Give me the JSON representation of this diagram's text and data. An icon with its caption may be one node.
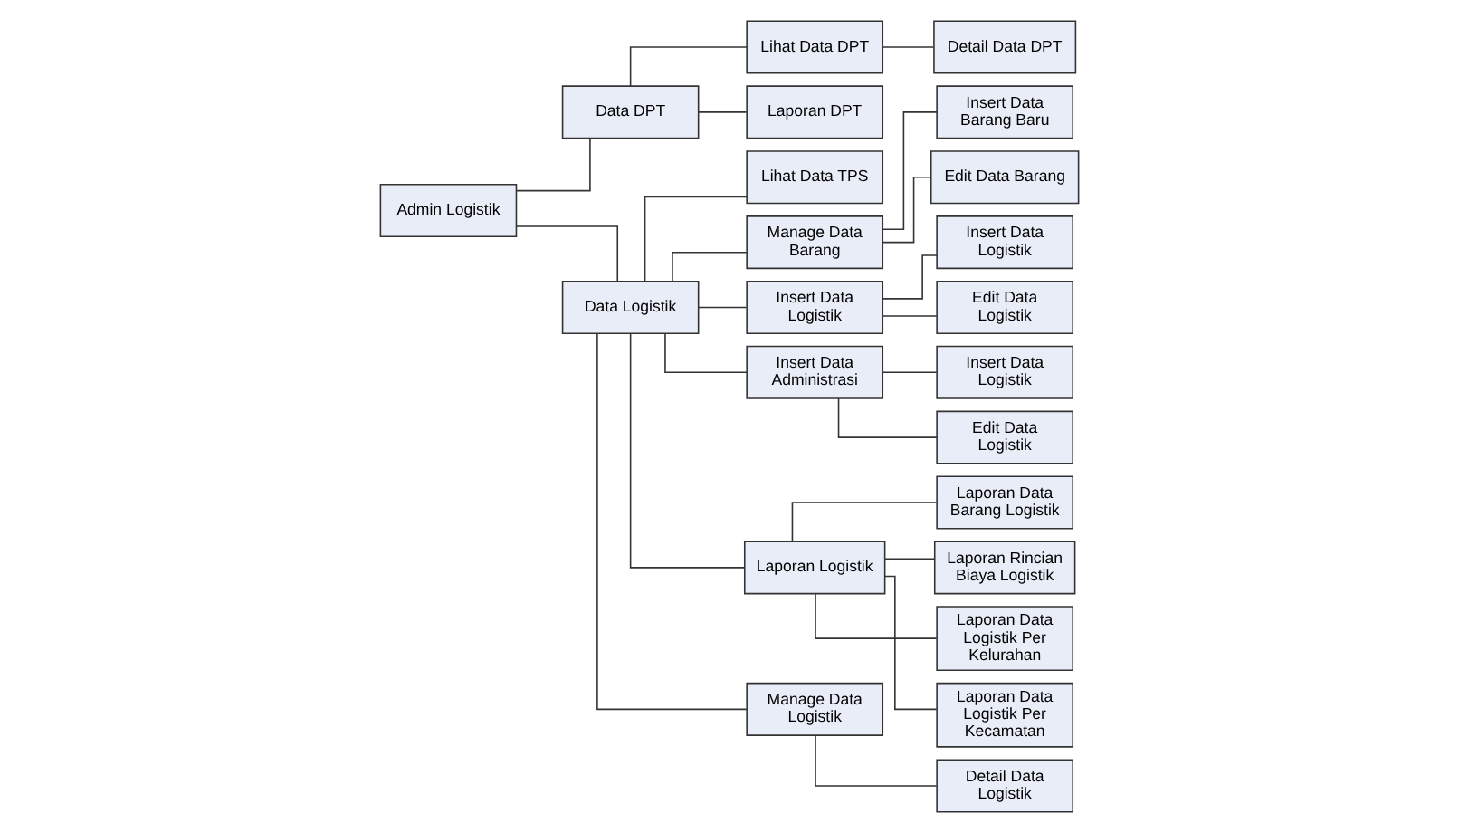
{
  "diagram": {
    "nodes": [
      {
        "text": [
          "Admin Logistik"
        ]
      },
      {
        "text": [
          "Data DPT"
        ]
      },
      {
        "text": [
          "Lihat Data DPT"
        ]
      },
      {
        "text": [
          "Detail Data DPT"
        ]
      },
      {
        "text": [
          "Laporan DPT"
        ]
      },
      {
        "text": [
          "Data Logistik"
        ]
      },
      {
        "text": [
          "Lihat Data TPS"
        ]
      },
      {
        "text": [
          "Manage Data Barang"
        ]
      },
      {
        "text": [
          "Insert Data Barang Baru"
        ]
      },
      {
        "text": [
          "Edit Data Barang"
        ]
      },
      {
        "text": [
          "Insert Data Logistik"
        ]
      },
      {
        "text": [
          "Insert Data Logistik"
        ]
      },
      {
        "text": [
          "Edit Data Logistik"
        ]
      },
      {
        "text": [
          "Insert Data Administrasi"
        ]
      },
      {
        "text": [
          "Insert Data Logistik"
        ]
      },
      {
        "text": [
          "Edit Data Logistik"
        ]
      },
      {
        "text": [
          "Laporan Logistik"
        ]
      },
      {
        "text": [
          "Laporan Data Barang Logistik"
        ]
      },
      {
        "text": [
          "Laporan Rincian Biaya Logistik"
        ]
      },
      {
        "text": [
          "Laporan Data Logistik Per Kelurahan"
        ]
      },
      {
        "text": [
          "Laporan Data Logistik Per Kecamatan"
        ]
      },
      {
        "text": [
          "Manage Data Logistik"
        ]
      },
      {
        "text": [
          "Detail Data Logistik"
        ]
      }
    ],
    "edges": [
      {
        "from": 0,
        "to": 1,
        "arrow": "none"
      },
      {
        "from": 0,
        "to": 5,
        "arrow": "none"
      },
      {
        "from": 1,
        "to": 2,
        "arrow": "none"
      },
      {
        "from": 1,
        "to": 4,
        "arrow": "none"
      },
      {
        "from": 2,
        "to": 3,
        "arrow": "none"
      },
      {
        "from": 5,
        "to": 6,
        "arrow": "none"
      },
      {
        "from": 5,
        "to": 7,
        "arrow": "none"
      },
      {
        "from": 5,
        "to": 10,
        "arrow": "none"
      },
      {
        "from": 5,
        "to": 13,
        "arrow": "none"
      },
      {
        "from": 5,
        "to": 16,
        "arrow": "none"
      },
      {
        "from": 5,
        "to": 21,
        "arrow": "none"
      },
      {
        "from": 7,
        "to": 8,
        "arrow": "none"
      },
      {
        "from": 7,
        "to": 9,
        "arrow": "none"
      },
      {
        "from": 10,
        "to": 11,
        "arrow": "none"
      },
      {
        "from": 10,
        "to": 12,
        "arrow": "none"
      },
      {
        "from": 13,
        "to": 14,
        "arrow": "none"
      },
      {
        "from": 13,
        "to": 15,
        "arrow": "none"
      },
      {
        "from": 16,
        "to": 17,
        "arrow": "none"
      },
      {
        "from": 16,
        "to": 18,
        "arrow": "none"
      },
      {
        "from": 16,
        "to": 19,
        "arrow": "none"
      },
      {
        "from": 16,
        "to": 20,
        "arrow": "none"
      },
      {
        "from": 21,
        "to": 22,
        "arrow": "none"
      }
    ]
  }
}
